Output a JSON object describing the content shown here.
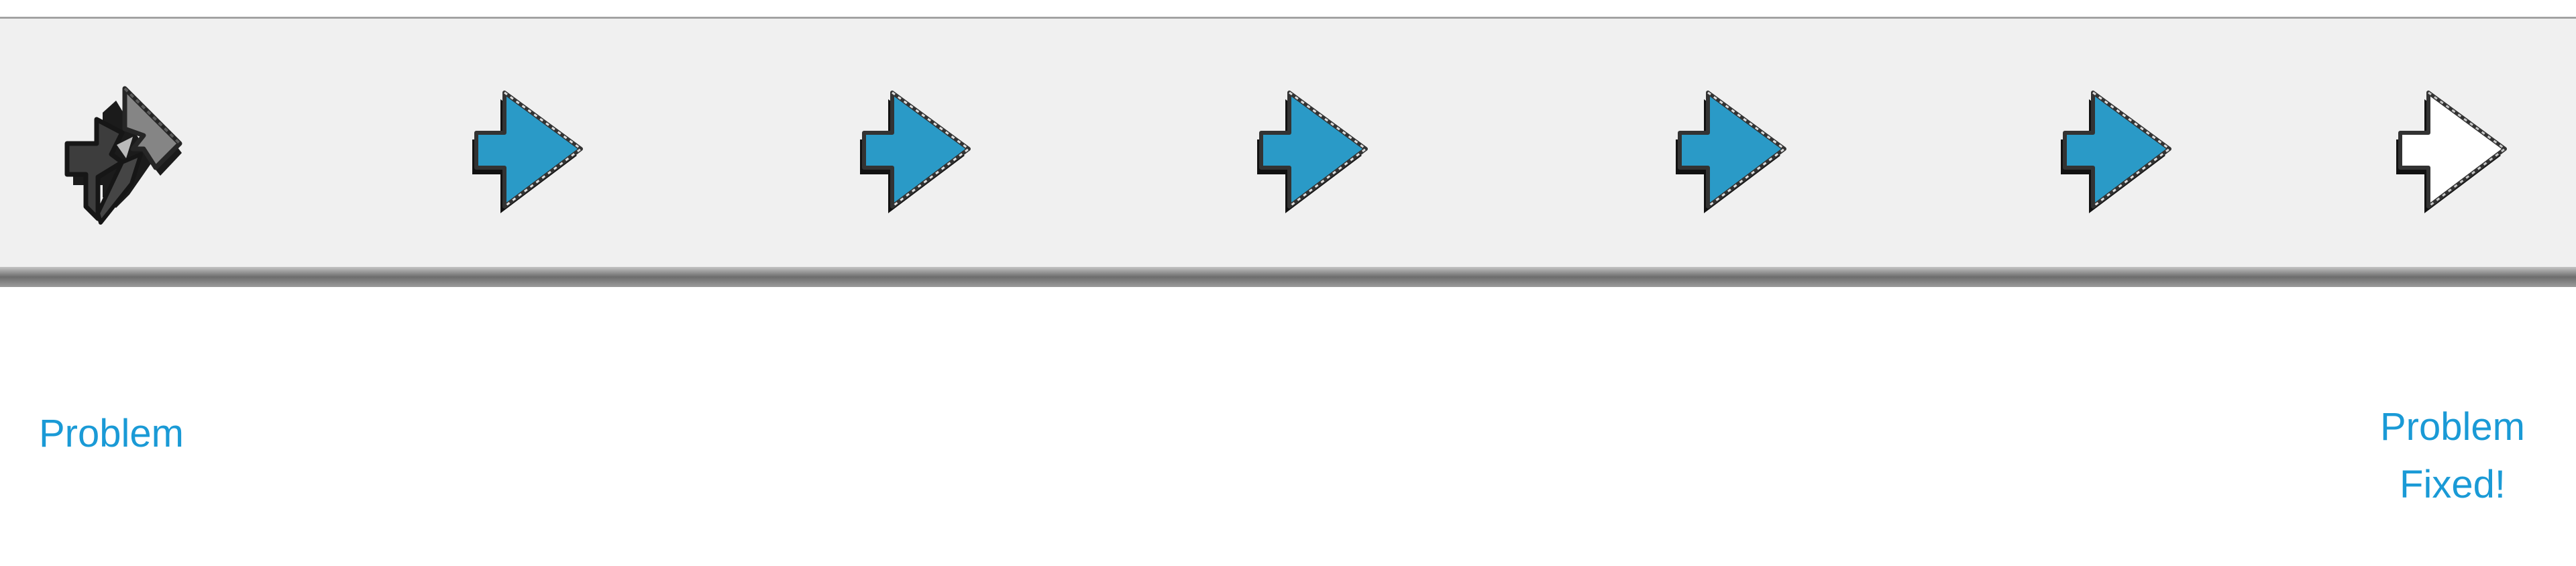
{
  "start_label": "Problem",
  "end_label_line1": "Problem",
  "end_label_line2": "Fixed!",
  "steps": [
    {
      "state": "broken",
      "icon": "broken-arrow-icon",
      "color": "#7d7d7d"
    },
    {
      "state": "progress",
      "icon": "arrow-icon",
      "color": "#2a9ac7"
    },
    {
      "state": "progress",
      "icon": "arrow-icon",
      "color": "#2a9ac7"
    },
    {
      "state": "progress",
      "icon": "arrow-icon",
      "color": "#2a9ac7"
    },
    {
      "state": "progress",
      "icon": "arrow-icon",
      "color": "#2a9ac7"
    },
    {
      "state": "progress",
      "icon": "arrow-icon",
      "color": "#2a9ac7"
    },
    {
      "state": "fixed",
      "icon": "arrow-icon",
      "color": "#ffffff"
    }
  ]
}
